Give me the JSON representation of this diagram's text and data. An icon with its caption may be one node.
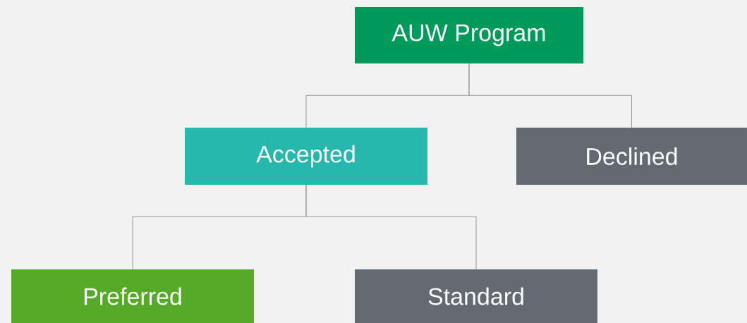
{
  "diagram": {
    "nodes": [
      {
        "text": [
          "AUW Program"
        ]
      },
      {
        "text": [
          "Accepted"
        ]
      },
      {
        "text": [
          "Declined"
        ]
      },
      {
        "text": [
          "Preferred"
        ]
      },
      {
        "text": [
          "Standard"
        ]
      }
    ],
    "edges": [
      {
        "from": 0,
        "to": 1,
        "arrow": "none"
      },
      {
        "from": 0,
        "to": 2,
        "arrow": "none"
      },
      {
        "from": 1,
        "to": 3,
        "arrow": "none"
      },
      {
        "from": 1,
        "to": 4,
        "arrow": "none"
      }
    ]
  }
}
